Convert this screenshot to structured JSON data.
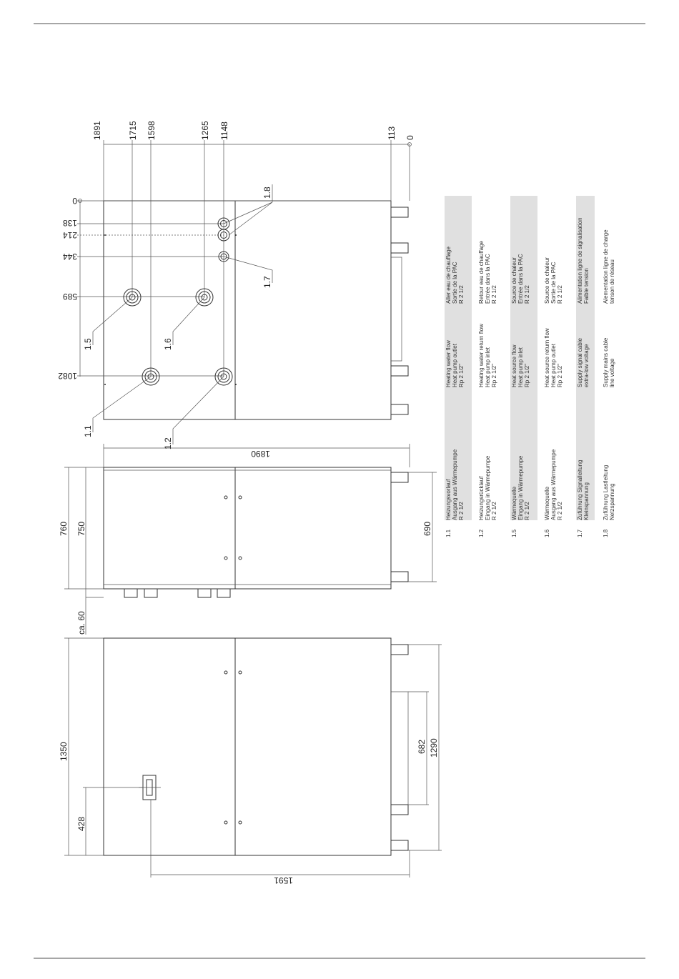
{
  "dimensions": {
    "top": [
      "1891",
      "1715",
      "1598",
      "1265",
      "1148",
      "113",
      "0"
    ],
    "left_top_view": [
      "0",
      "138",
      "214",
      "344",
      "589",
      "1082"
    ],
    "middle_view": {
      "width": "1890",
      "height_outer": "760",
      "height_inner": "750",
      "height_right": "690",
      "gap": "ca. 60"
    },
    "bottom_view": {
      "height": "1350",
      "offset": "428",
      "width": "1591",
      "inner": "682",
      "right": "1290"
    }
  },
  "callouts": [
    "1.8",
    "1.7",
    "1.5",
    "1.6",
    "1.1",
    "1.2"
  ],
  "legend": [
    {
      "num": "1.1",
      "de": [
        "Heizungsvorlauf",
        "Ausgang aus Wärmepumpe",
        "R 2 1/2"
      ],
      "en": [
        "Heating water flow",
        "Heat pump outlet",
        "Rp 2 1/2\""
      ],
      "fr": [
        "Aller eau de chauffage",
        "Sortie de la PAC",
        "R 2 1/2"
      ],
      "shaded": true
    },
    {
      "num": "1.2",
      "de": [
        "Heizungsrücklauf",
        "Eingang in Wärmepumpe",
        "R 2 1/2"
      ],
      "en": [
        "Heating water return flow",
        "Heat pump inlet",
        "Rp 2 1/2\""
      ],
      "fr": [
        "Retour eau de chauffage",
        "Entrée dans la PAC",
        "R 2 1/2"
      ],
      "shaded": false
    },
    {
      "num": "1.5",
      "de": [
        "Wärmequelle",
        "Eingang in Wärmepumpe",
        "R 2 1/2"
      ],
      "en": [
        "Heat source flow",
        "Heat pump inlet",
        "Rp 2 1/2\""
      ],
      "fr": [
        "Source de chaleur",
        "Entrée dans la PAC",
        "R 2 1/2"
      ],
      "shaded": true
    },
    {
      "num": "1.6",
      "de": [
        "Wärmequelle",
        "Ausgang aus Wärmepumpe",
        "R 2 1/2"
      ],
      "en": [
        "Heat source return flow",
        "Heat pump outlet",
        "Rp 2 1/2\""
      ],
      "fr": [
        "Source de chaleur",
        "Sortie de la PAC",
        "R 2 1/2"
      ],
      "shaded": false
    },
    {
      "num": "1.7",
      "de": [
        "Zuführung Signalleitung",
        "Kleinspannung"
      ],
      "en": [
        "Supply signal cable",
        "extra-low voltage"
      ],
      "fr": [
        "Alimentation ligne de signalisation",
        "Faible tension"
      ],
      "shaded": true
    },
    {
      "num": "1.8",
      "de": [
        "Zuführung Lastleitung",
        "Netzspannung"
      ],
      "en": [
        "Supply mains cable",
        "line voltage"
      ],
      "fr": [
        "Alementation ligne de charge",
        "tenson de réseau"
      ],
      "shaded": false
    }
  ]
}
